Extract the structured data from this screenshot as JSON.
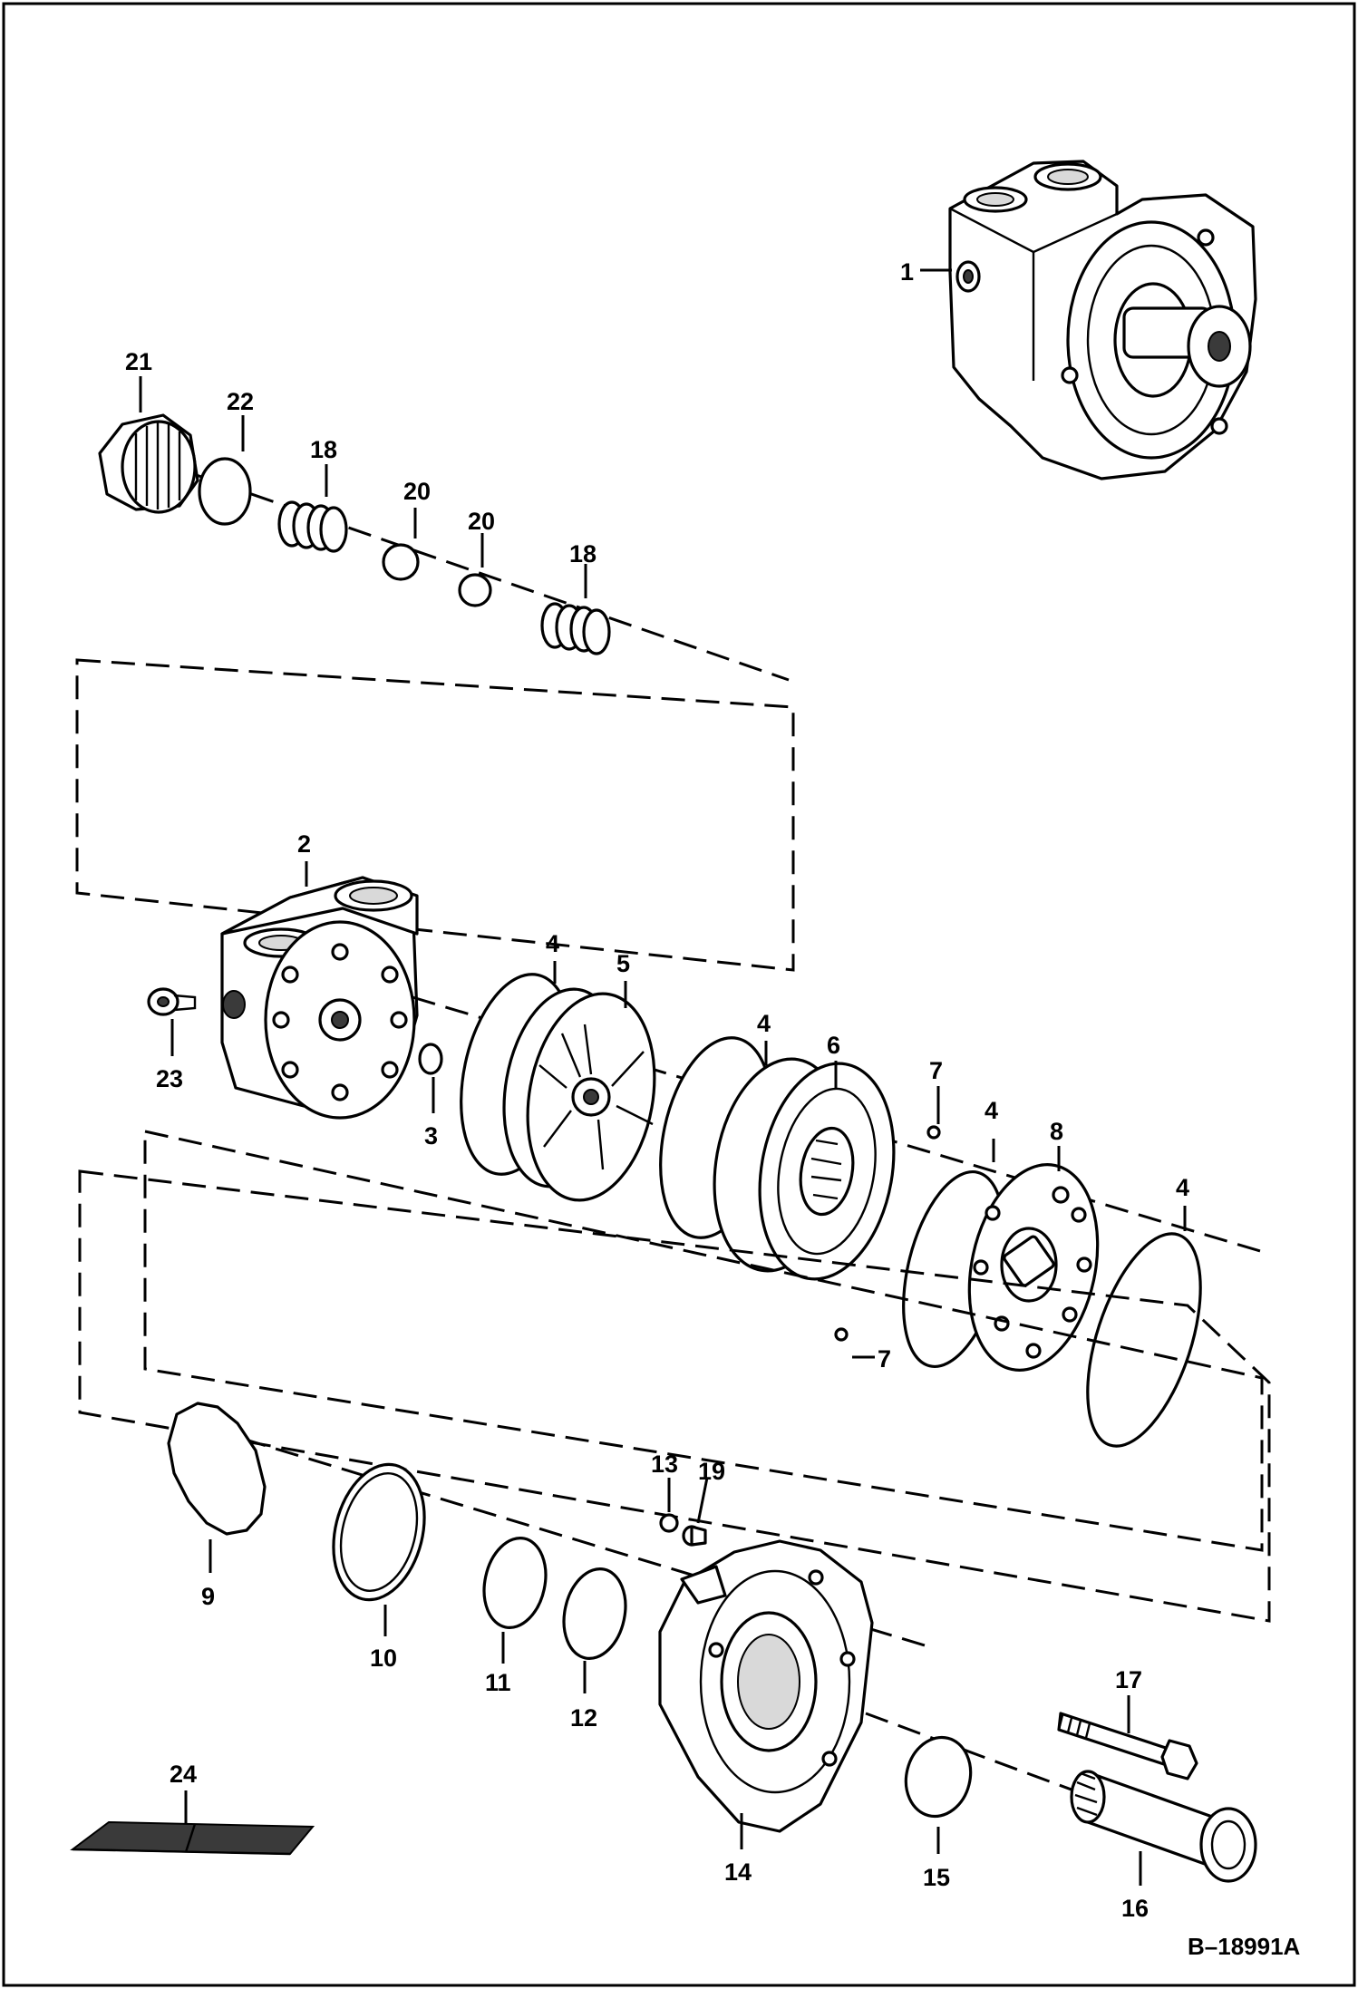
{
  "figure_id": "B–18991A",
  "callouts": {
    "c1": "1",
    "c2": "2",
    "c3": "3",
    "c4a": "4",
    "c4b": "4",
    "c4c": "4",
    "c4d": "4",
    "c5": "5",
    "c6": "6",
    "c7a": "7",
    "c7b": "7",
    "c8": "8",
    "c9": "9",
    "c10": "10",
    "c11": "11",
    "c12": "12",
    "c13": "13",
    "c14": "14",
    "c15": "15",
    "c16": "16",
    "c17": "17",
    "c18a": "18",
    "c18b": "18",
    "c19": "19",
    "c20a": "20",
    "c20b": "20",
    "c21": "21",
    "c22": "22",
    "c23": "23",
    "c24": "24"
  }
}
